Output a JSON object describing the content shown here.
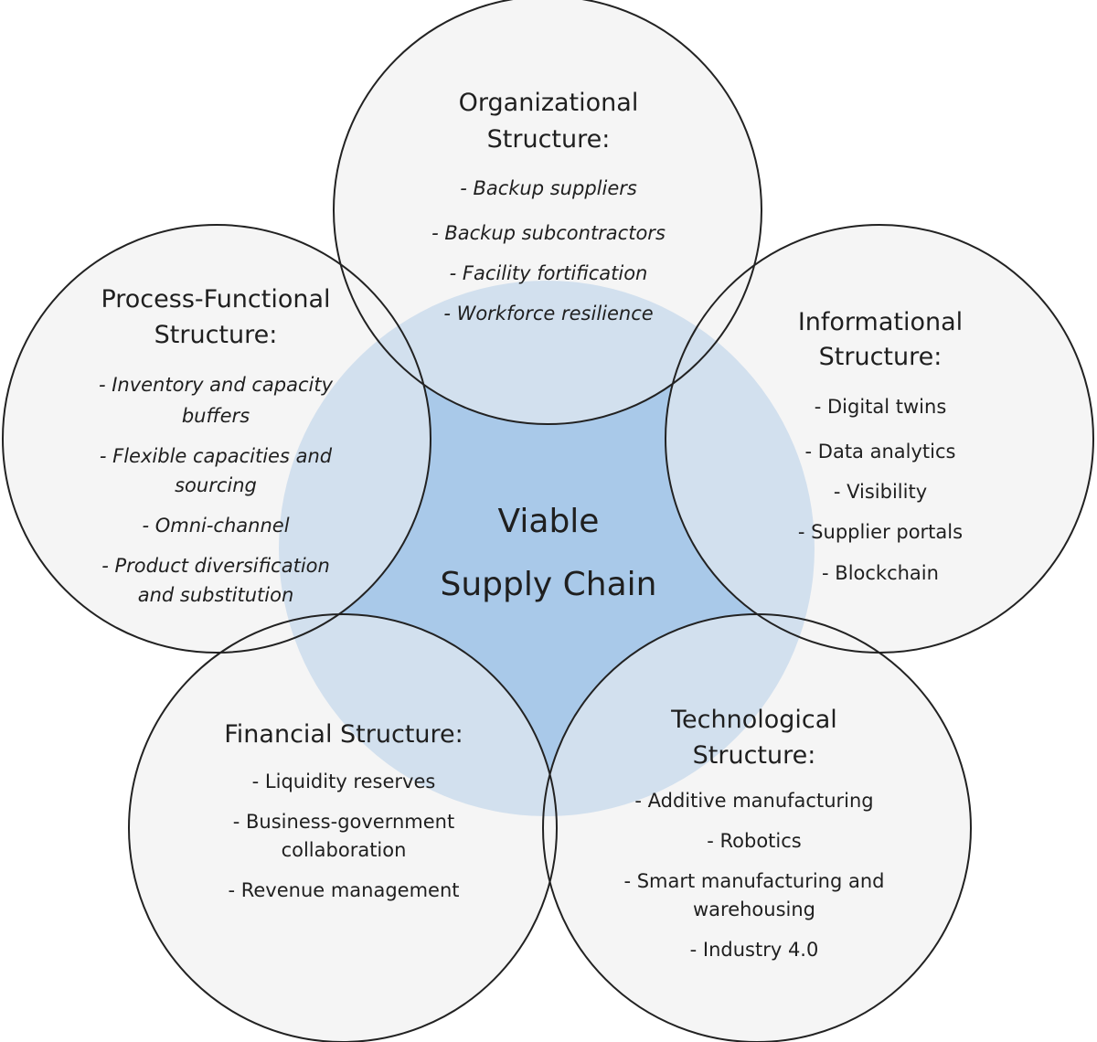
{
  "center": {
    "lines": [
      "Viable",
      "Supply Chain"
    ],
    "fill_color": "#a9c9e9",
    "ring_color": "#d2e0ee"
  },
  "structures": [
    {
      "id": "organizational",
      "title_lines": [
        "Organizational",
        "Structure:"
      ],
      "italic": true,
      "items": [
        [
          "- Backup suppliers"
        ],
        [
          "- Backup subcontractors"
        ],
        [
          "- Facility fortification"
        ],
        [
          "- Workforce resilience"
        ]
      ]
    },
    {
      "id": "informational",
      "title_lines": [
        "Informational",
        "Structure:"
      ],
      "italic": false,
      "items": [
        [
          "- Digital twins"
        ],
        [
          "- Data analytics"
        ],
        [
          "- Visibility"
        ],
        [
          "- Supplier portals"
        ],
        [
          "- Blockchain"
        ]
      ]
    },
    {
      "id": "technological",
      "title_lines": [
        "Technological",
        "Structure:"
      ],
      "italic": false,
      "items": [
        [
          "- Additive manufacturing"
        ],
        [
          "- Robotics"
        ],
        [
          "- Smart manufacturing and",
          "warehousing"
        ],
        [
          "- Industry 4.0"
        ]
      ]
    },
    {
      "id": "financial",
      "title_lines": [
        "Financial Structure:"
      ],
      "italic": false,
      "items": [
        [
          "- Liquidity reserves"
        ],
        [
          "- Business-government",
          "collaboration"
        ],
        [
          "- Revenue management"
        ]
      ]
    },
    {
      "id": "process-functional",
      "title_lines": [
        "Process-Functional",
        "Structure:"
      ],
      "italic": true,
      "items": [
        [
          "- Inventory and capacity",
          "buffers"
        ],
        [
          "- Flexible capacities and",
          "sourcing"
        ],
        [
          "- Omni-channel"
        ],
        [
          "- Product diversification",
          "and substitution"
        ]
      ]
    }
  ],
  "colors": {
    "petal_fill": "#f5f5f5",
    "petal_stroke": "#222222",
    "text": "#1f1f1f"
  }
}
